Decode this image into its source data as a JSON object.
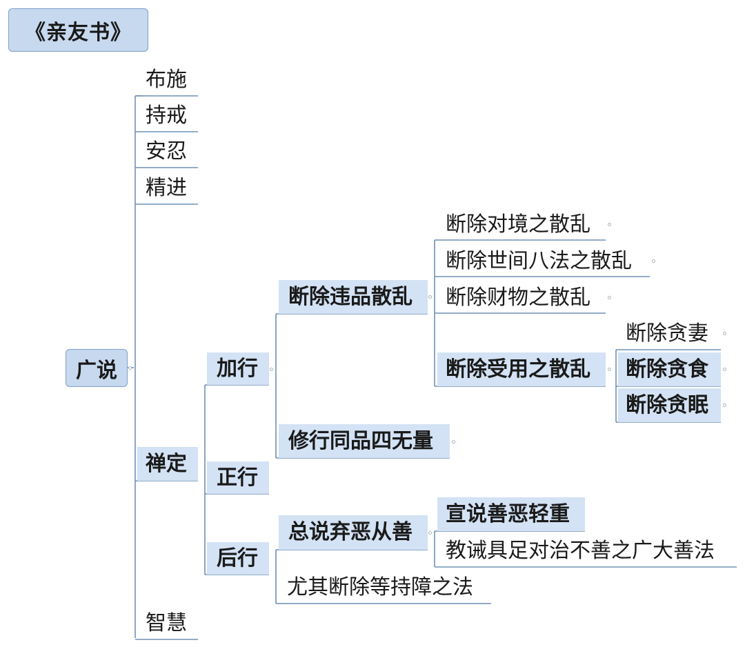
{
  "title": "《亲友书》",
  "root": "广说",
  "level1": {
    "bushi": "布施",
    "chijie": "持戒",
    "anren": "安忍",
    "jingjin": "精进",
    "chanding": "禅定",
    "zhihui": "智慧"
  },
  "chanding": {
    "jiaxing": "加行",
    "zhengxing": "正行",
    "houxing": "后行"
  },
  "jiaxing": {
    "weipin": "断除违品散乱",
    "tongpin": "修行同品四无量"
  },
  "weipin": {
    "duijing": "断除对境之散乱",
    "bafa": "断除世间八法之散乱",
    "caiwu": "断除财物之散乱",
    "shouyong": "断除受用之散乱"
  },
  "shouyong": {
    "qi": "断除贪妻",
    "shi": "断除贪食",
    "mian": "断除贪眠"
  },
  "houxing": {
    "zongshuo": "总说弃恶从善",
    "youqi": "尤其断除等持障之法"
  },
  "zongshuo": {
    "xuanshuo": "宣说善恶轻重",
    "jiaojie": "教诫具足对治不善之广大善法"
  },
  "colors": {
    "line": "#6f8fb6",
    "box_fill": "#c7d9ef",
    "node_fill": "#d3e2f4"
  }
}
